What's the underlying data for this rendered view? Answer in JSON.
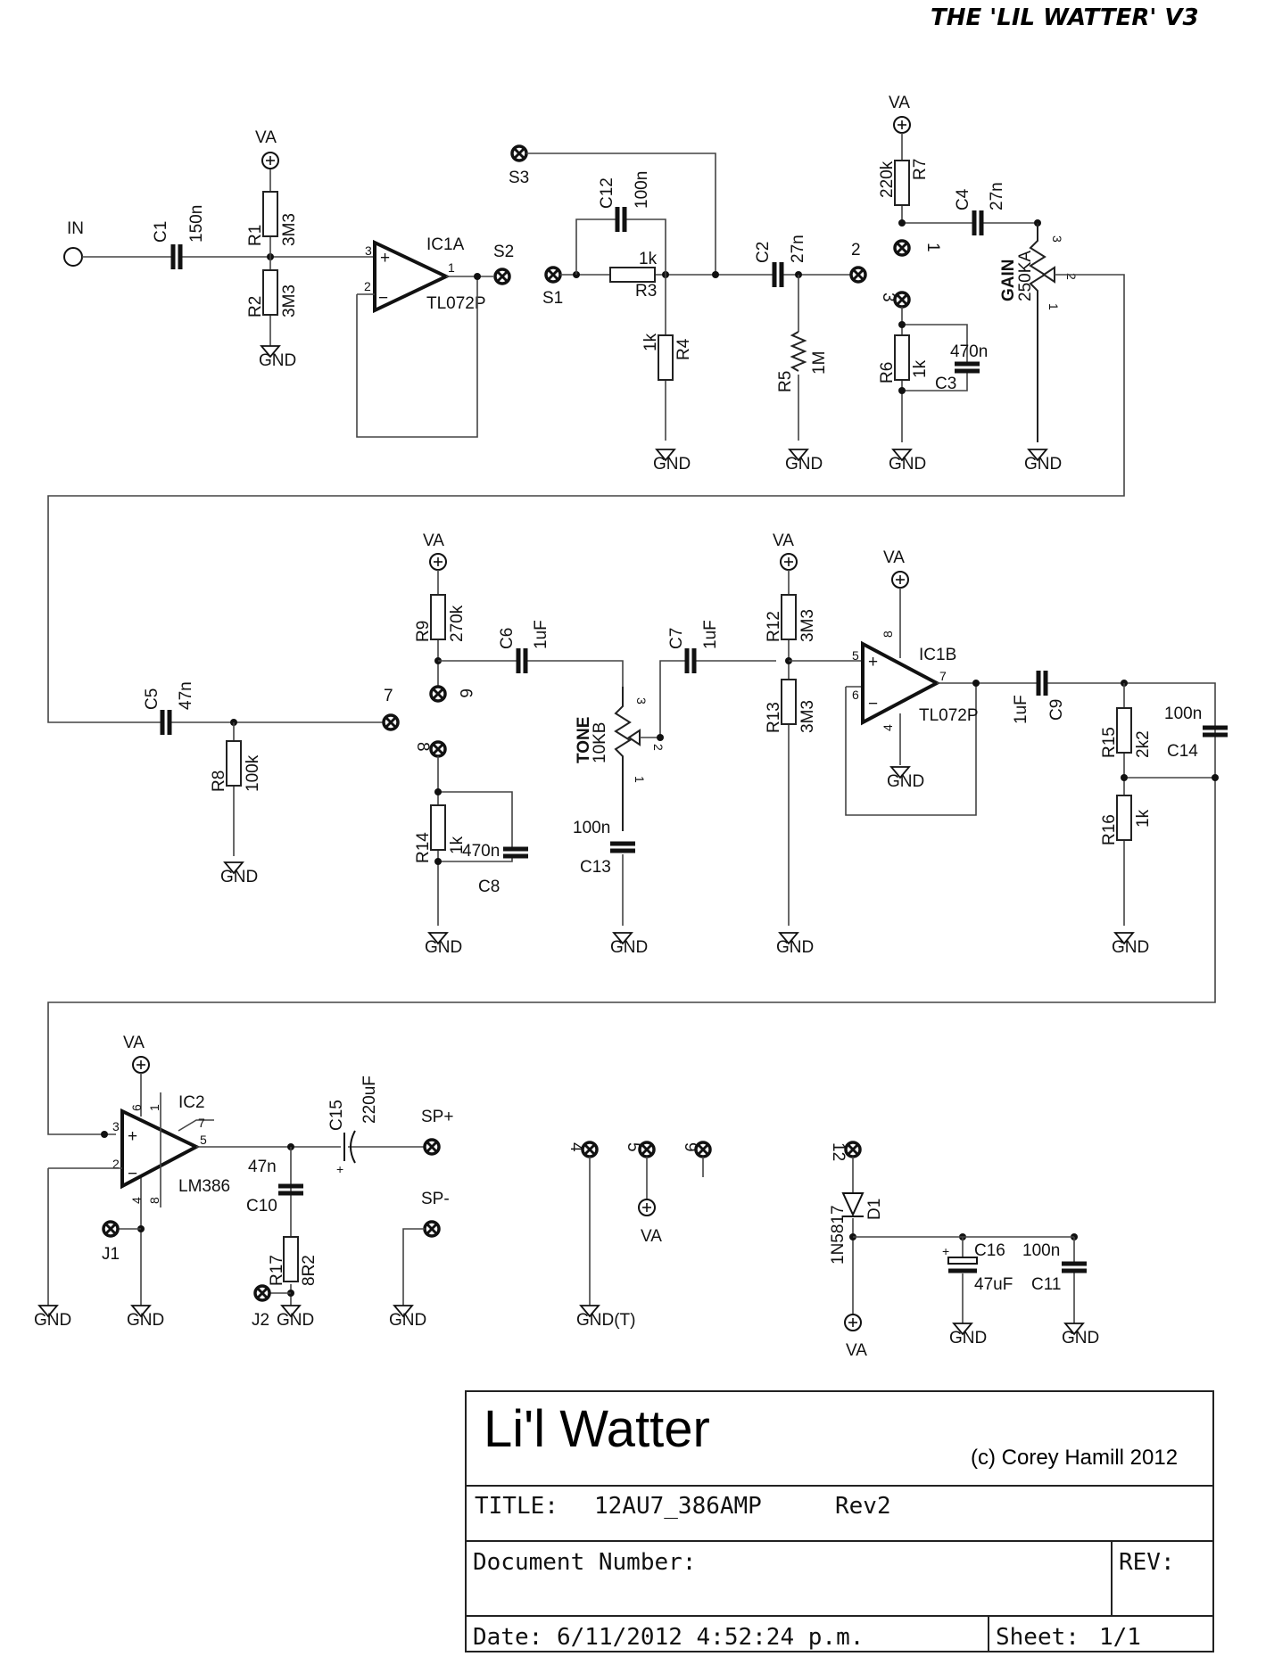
{
  "header": {
    "title": "THE 'LIL WATTER' V3"
  },
  "title_block": {
    "name": "Li'l Watter",
    "copyright": "(c) Corey Hamill 2012",
    "title_label": "TITLE:",
    "title_value": "12AU7_386AMP",
    "revision_text": "Rev2",
    "document_number_label": "Document Number:",
    "rev_label": "REV:",
    "date_label": "Date:",
    "date_value": "6/11/2012 4:52:24 p.m.",
    "sheet_label": "Sheet:",
    "sheet_value": "1/1"
  },
  "nets": {
    "supply": "VA",
    "ground": "GND",
    "ground_t": "GND(T)",
    "input": "IN"
  },
  "components": {
    "C1": {
      "ref": "C1",
      "value": "150n"
    },
    "R1": {
      "ref": "R1",
      "value": "3M3"
    },
    "R2": {
      "ref": "R2",
      "value": "3M3"
    },
    "IC1A": {
      "ref": "IC1A",
      "value": "TL072P",
      "pins": [
        "3",
        "2",
        "1"
      ]
    },
    "C12": {
      "ref": "C12",
      "value": "100n"
    },
    "R3": {
      "ref": "R3",
      "value": "1k"
    },
    "R4": {
      "ref": "R4",
      "value": "1k"
    },
    "C2": {
      "ref": "C2",
      "value": "27n"
    },
    "R5": {
      "ref": "R5",
      "value": "1M"
    },
    "R7": {
      "ref": "R7",
      "value": "220k"
    },
    "C4": {
      "ref": "C4",
      "value": "27n"
    },
    "R6": {
      "ref": "R6",
      "value": "1k"
    },
    "C3": {
      "ref": "C3",
      "value": "470n"
    },
    "GAIN": {
      "ref": "GAIN",
      "value": "250KA",
      "pins": [
        "3",
        "2",
        "1"
      ]
    },
    "C5": {
      "ref": "C5",
      "value": "47n"
    },
    "R8": {
      "ref": "R8",
      "value": "100k"
    },
    "R9": {
      "ref": "R9",
      "value": "270k"
    },
    "C6": {
      "ref": "C6",
      "value": "1uF"
    },
    "R14": {
      "ref": "R14",
      "value": "1k"
    },
    "C8": {
      "ref": "C8",
      "value": "470n"
    },
    "TONE": {
      "ref": "TONE",
      "value": "10KB",
      "pins": [
        "3",
        "2",
        "1"
      ]
    },
    "C13": {
      "ref": "C13",
      "value": "100n"
    },
    "C7": {
      "ref": "C7",
      "value": "1uF"
    },
    "R12": {
      "ref": "R12",
      "value": "3M3"
    },
    "R13": {
      "ref": "R13",
      "value": "3M3"
    },
    "IC1B": {
      "ref": "IC1B",
      "value": "TL072P",
      "pins": [
        "5",
        "6",
        "7",
        "8",
        "4"
      ]
    },
    "C9": {
      "ref": "C9",
      "value": "1uF"
    },
    "R15": {
      "ref": "R15",
      "value": "2k2"
    },
    "R16": {
      "ref": "R16",
      "value": "1k"
    },
    "C14": {
      "ref": "C14",
      "value": "100n"
    },
    "IC2": {
      "ref": "IC2",
      "value": "LM386",
      "pins": [
        "3",
        "2",
        "6",
        "1",
        "7",
        "5",
        "4",
        "8"
      ]
    },
    "C10": {
      "ref": "C10",
      "value": "47n"
    },
    "R17": {
      "ref": "R17",
      "value": "8R2"
    },
    "C15": {
      "ref": "C15",
      "value": "220uF",
      "polarity": "+"
    },
    "D1": {
      "ref": "D1",
      "value": "1N5817"
    },
    "C16": {
      "ref": "C16",
      "value": "47uF",
      "polarity": "+"
    },
    "C11": {
      "ref": "C11",
      "value": "100n"
    }
  },
  "pads": {
    "S1": "S1",
    "S2": "S2",
    "S3": "S3",
    "p1": "1",
    "p2": "2",
    "p3": "3",
    "p4": "4",
    "p5": "5",
    "p6": "6",
    "p7": "7",
    "p8": "8",
    "p9": "9",
    "p12": "12",
    "J1": "J1",
    "J2": "J2",
    "SPP": "SP+",
    "SPM": "SP-"
  }
}
